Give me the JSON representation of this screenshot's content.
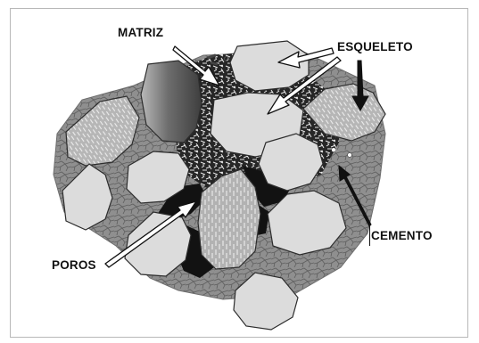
{
  "diagram": {
    "labels": {
      "matriz": "MATRIZ",
      "esqueleto": "ESQUELETO",
      "cemento": "CEMENTO",
      "poros": "POROS"
    },
    "colors": {
      "cement": "#8e8e8e",
      "grain_light": "#dadada",
      "grain_striped": "#b4b4b4",
      "grain_dark": "#6a6a6a",
      "matrix": "#2a2a2a",
      "pore": "#111111",
      "outline": "#2b2b2b"
    }
  }
}
